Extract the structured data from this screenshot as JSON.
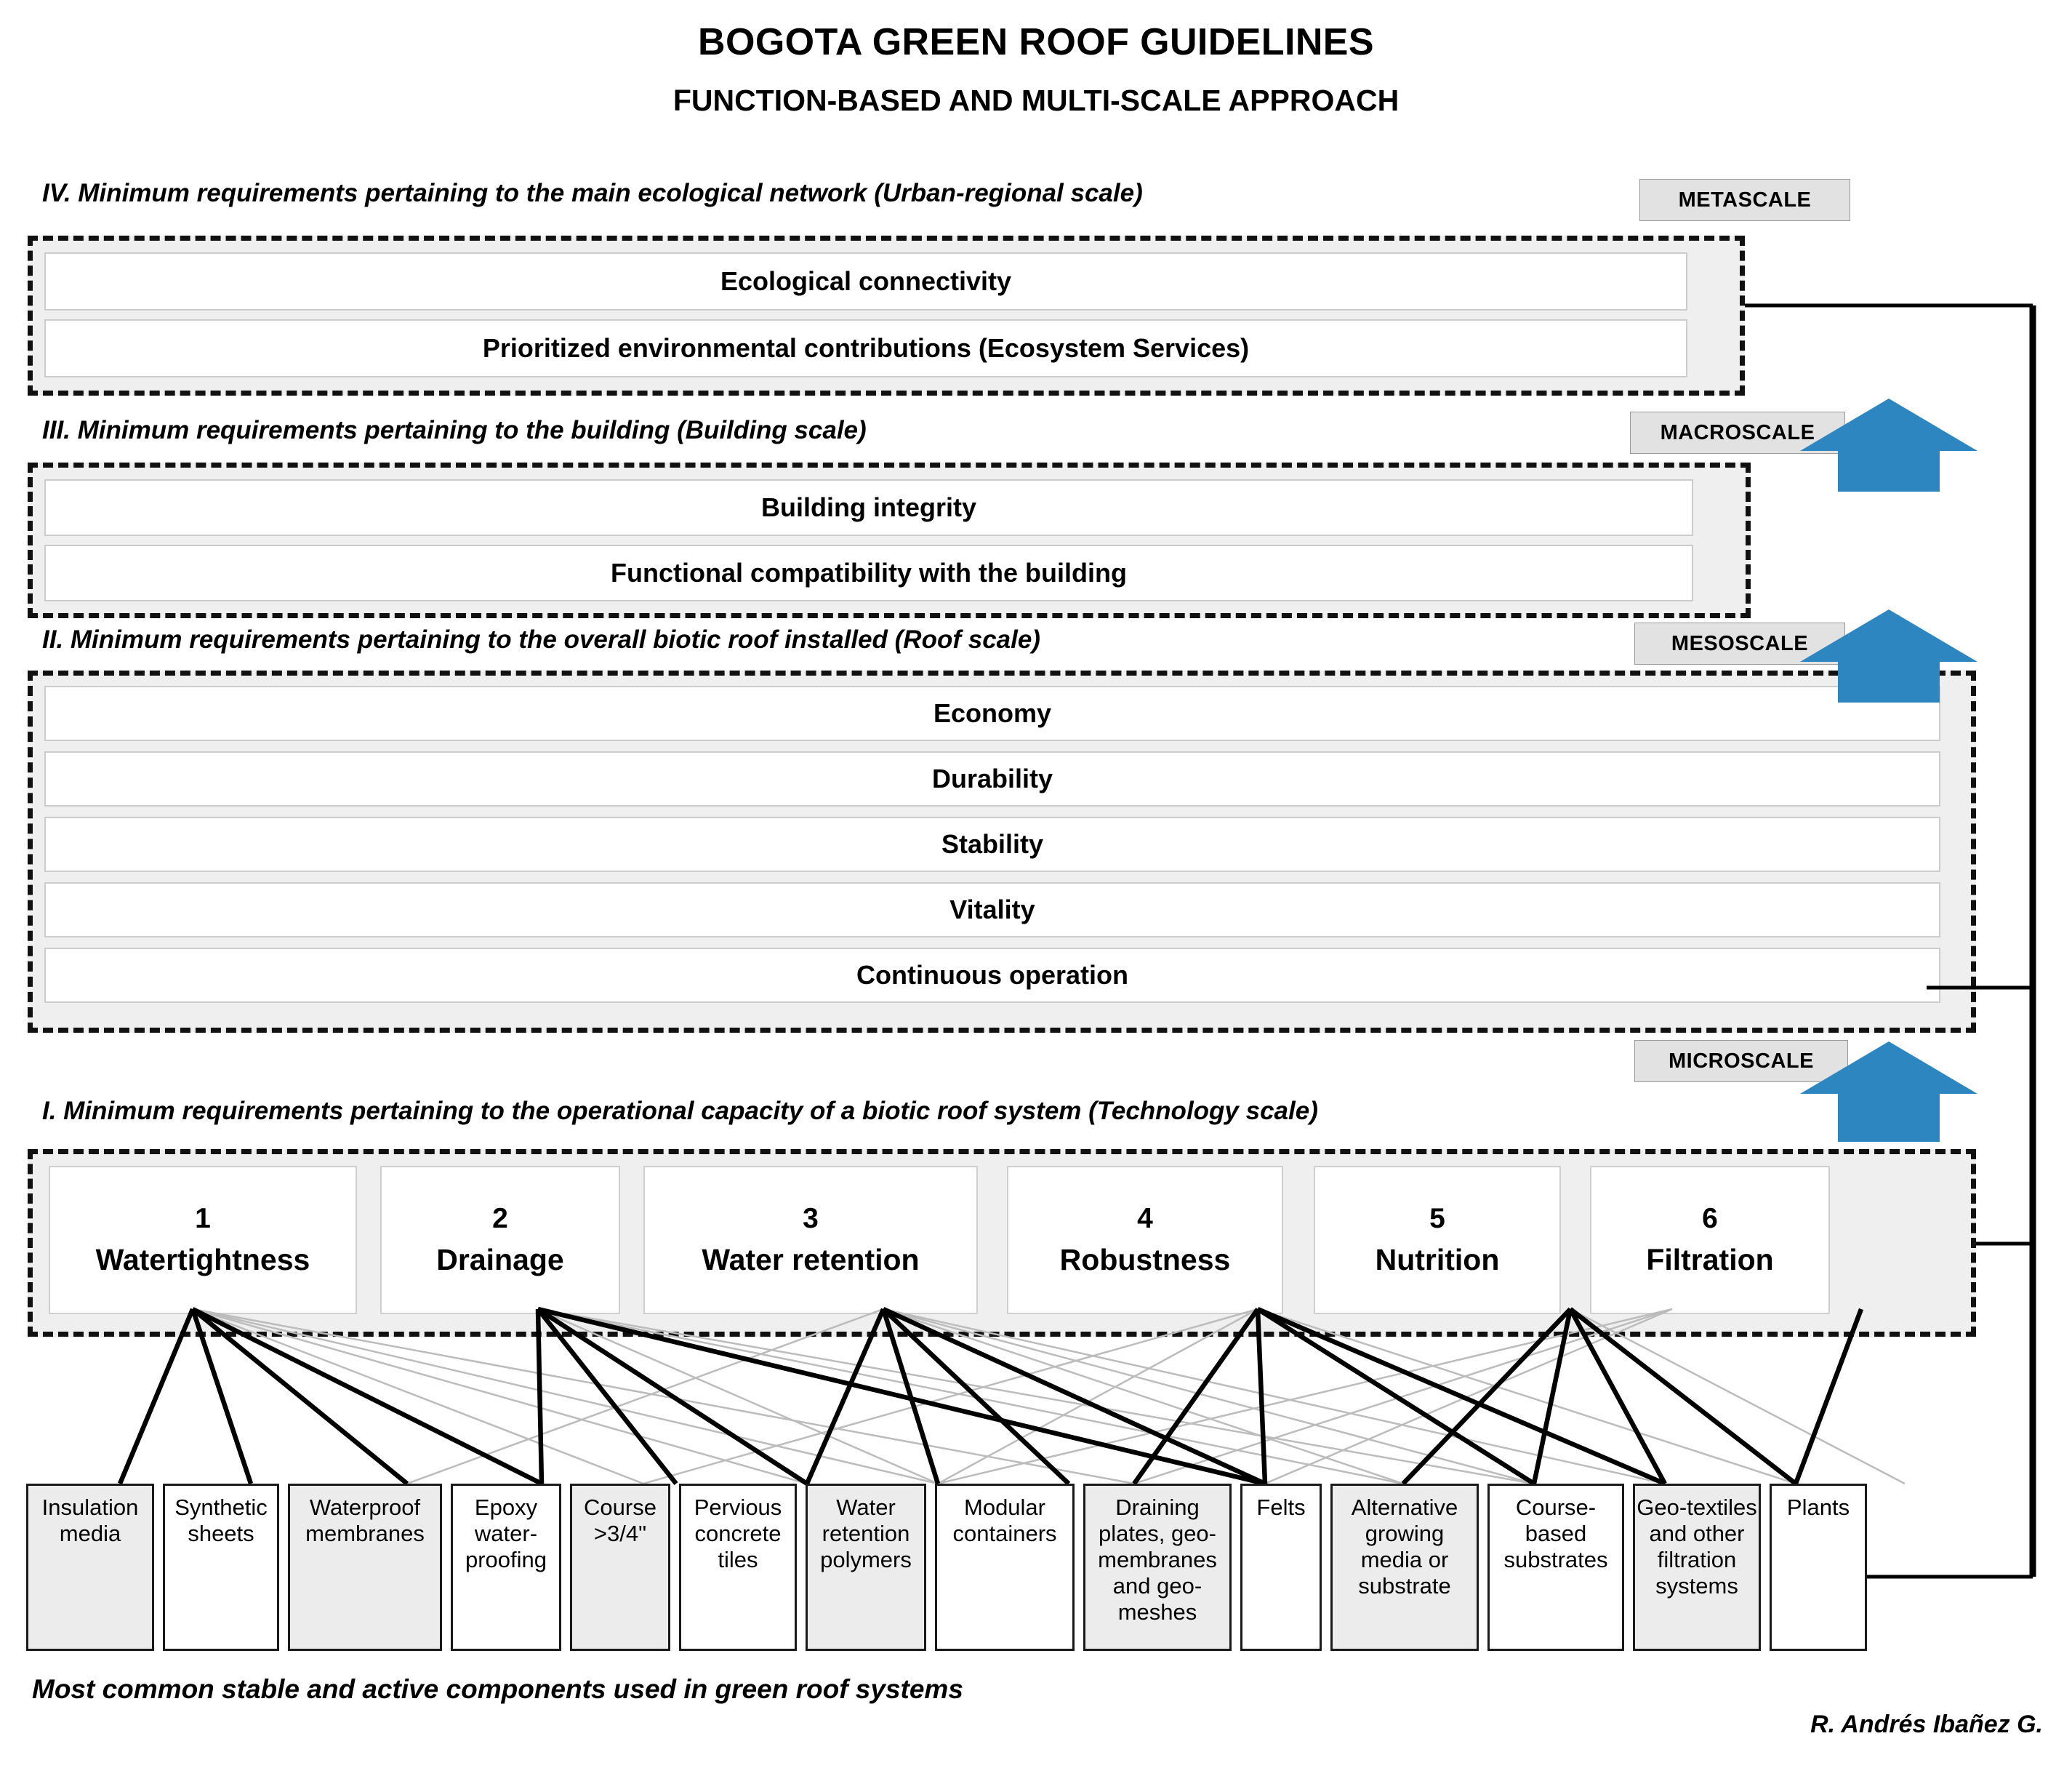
{
  "title": {
    "main": "BOGOTA GREEN ROOF GUIDELINES",
    "sub": "FUNCTION-BASED AND MULTI-SCALE APPROACH"
  },
  "colors": {
    "arrow_blue": "#2E86C1",
    "panel_fill": "#EFEFEF",
    "badge_fill": "#E2E2E2",
    "component_shaded": "#ECECEC",
    "line_black": "#000000"
  },
  "scales": [
    {
      "badge": "METASCALE"
    },
    {
      "badge": "MACROSCALE"
    },
    {
      "badge": "MESOSCALE"
    },
    {
      "badge": "MICROSCALE"
    }
  ],
  "sections": [
    {
      "id": "iv",
      "heading": "IV.  Minimum requirements pertaining to the main ecological network (Urban-regional scale)",
      "badge": "METASCALE",
      "rows": [
        "Ecological connectivity",
        "Prioritized environmental contributions (Ecosystem Services)"
      ]
    },
    {
      "id": "iii",
      "heading": "III.  Minimum requirements pertaining to the building (Building scale)",
      "badge": "MACROSCALE",
      "rows": [
        "Building integrity",
        "Functional compatibility with the building"
      ]
    },
    {
      "id": "ii",
      "heading": "II.  Minimum requirements pertaining to the overall biotic roof installed (Roof scale)",
      "badge": "MESOSCALE",
      "rows": [
        "Economy",
        "Durability",
        "Stability",
        "Vitality",
        "Continuous operation"
      ]
    },
    {
      "id": "i",
      "heading": "I.  Minimum requirements pertaining to the operational capacity of a biotic roof system (Technology scale)",
      "badge": "MICROSCALE",
      "functions": [
        {
          "num": "1",
          "label": "Watertightness"
        },
        {
          "num": "2",
          "label": "Drainage"
        },
        {
          "num": "3",
          "label": "Water retention"
        },
        {
          "num": "4",
          "label": "Robustness"
        },
        {
          "num": "5",
          "label": "Nutrition"
        },
        {
          "num": "6",
          "label": "Filtration"
        }
      ]
    }
  ],
  "components": [
    {
      "label": "Insulation media",
      "shaded": true
    },
    {
      "label": "Synthetic sheets",
      "shaded": false
    },
    {
      "label": "Waterproof membranes",
      "shaded": true
    },
    {
      "label": "Epoxy water-proofing",
      "shaded": false
    },
    {
      "label": "Course >3/4\"",
      "shaded": true
    },
    {
      "label": "Pervious concrete tiles",
      "shaded": false
    },
    {
      "label": "Water retention polymers",
      "shaded": true
    },
    {
      "label": "Modular containers",
      "shaded": false
    },
    {
      "label": "Draining plates, geo-membranes and geo-meshes",
      "shaded": true
    },
    {
      "label": "Felts",
      "shaded": false
    },
    {
      "label": "Alternative growing media or substrate",
      "shaded": true
    },
    {
      "label": "Course-based substrates",
      "shaded": false
    },
    {
      "label": "Geo-textiles and other filtration systems",
      "shaded": true
    },
    {
      "label": "Plants",
      "shaded": false
    }
  ],
  "caption": "Most common stable and active components used in green roof systems",
  "signature": "R. Andrés Ibañez G."
}
